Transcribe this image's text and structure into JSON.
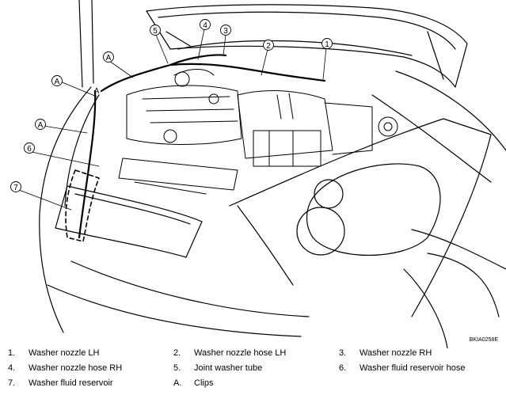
{
  "callouts": [
    "1",
    "2",
    "3",
    "4",
    "5",
    "6",
    "7",
    "A",
    "A",
    "A",
    "A"
  ],
  "figure_code": "BKIA0258E",
  "legend": {
    "rows": [
      [
        {
          "key": "1.",
          "label": "Washer nozzle LH"
        },
        {
          "key": "2.",
          "label": "Washer nozzle hose LH"
        },
        {
          "key": "3.",
          "label": "Washer nozzle RH"
        }
      ],
      [
        {
          "key": "4.",
          "label": "Washer nozzle hose RH"
        },
        {
          "key": "5.",
          "label": "Joint washer tube"
        },
        {
          "key": "6.",
          "label": "Washer fluid reservoir hose"
        }
      ],
      [
        {
          "key": "7.",
          "label": "Washer fluid reservoir"
        },
        {
          "key": "A.",
          "label": "Clips"
        }
      ]
    ]
  }
}
